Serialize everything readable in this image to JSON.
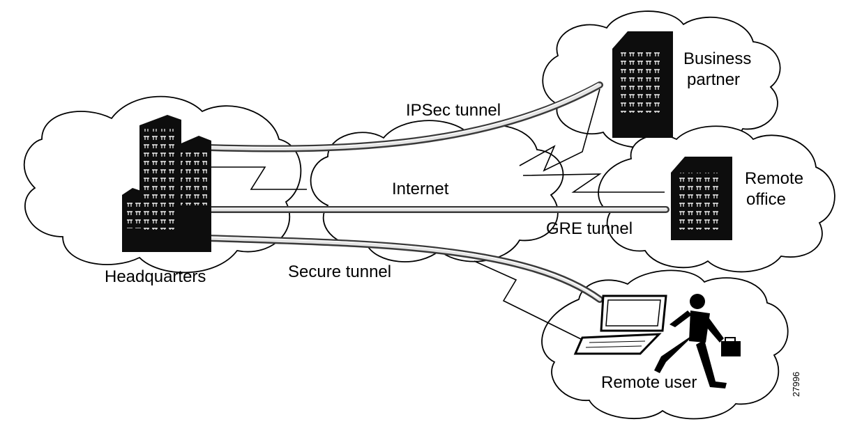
{
  "diagram": {
    "labels": {
      "business_partner_line1": "Business",
      "business_partner_line2": "partner",
      "ipsec_tunnel": "IPSec tunnel",
      "internet": "Internet",
      "remote_office_line1": "Remote",
      "remote_office_line2": "office",
      "gre_tunnel": "GRE tunnel",
      "headquarters": "Headquarters",
      "secure_tunnel": "Secure tunnel",
      "remote_user": "Remote user",
      "figure_code": "27996"
    },
    "icons": [
      "headquarters-building-icon",
      "business-partner-building-icon",
      "remote-office-building-icon",
      "laptop-icon",
      "running-person-icon"
    ]
  }
}
